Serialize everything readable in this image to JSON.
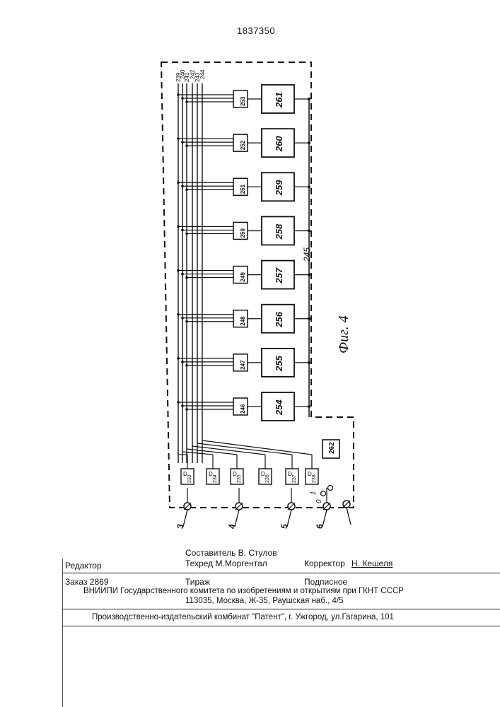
{
  "patent_number": "1837350",
  "figure": {
    "caption": "Фиг. 4",
    "bus_label": "245",
    "input_terminals": [
      "3",
      "4",
      "5",
      "6"
    ],
    "switch_contacts": [
      "0",
      "1"
    ],
    "bus_numbers": [
      "239",
      "240",
      "241",
      "242",
      "243",
      "244"
    ],
    "blocks": [
      "254",
      "255",
      "256",
      "257",
      "258",
      "259",
      "260",
      "261"
    ],
    "registers": [
      "246",
      "247",
      "248",
      "249",
      "250",
      "251",
      "252",
      "253"
    ],
    "gates": [
      "233",
      "234",
      "235",
      "236",
      "237",
      "238"
    ],
    "gate_symbols": [
      "D",
      "D",
      "D",
      "D",
      "D",
      "D"
    ],
    "extra_element": "262"
  },
  "footer": {
    "editor_label": "Редактор",
    "compiler": "Составитель  В. Стулов",
    "techred": "Техред М.Моргентал",
    "corrector": "Корректор",
    "corrector_name": "Н. Кешеля",
    "order": "Заказ 2869",
    "circulation": "Тираж",
    "subscription": "Подписное",
    "vniipi": "ВНИИПИ Государственного комитета по изобретениям и открытиям при ГКНТ СССР",
    "address": "113035, Москва, Ж-35, Раушская наб., 4/5",
    "publisher": "Производственно-издательский комбинат \"Патент\", г. Ужгород, ул.Гагарина, 101"
  }
}
